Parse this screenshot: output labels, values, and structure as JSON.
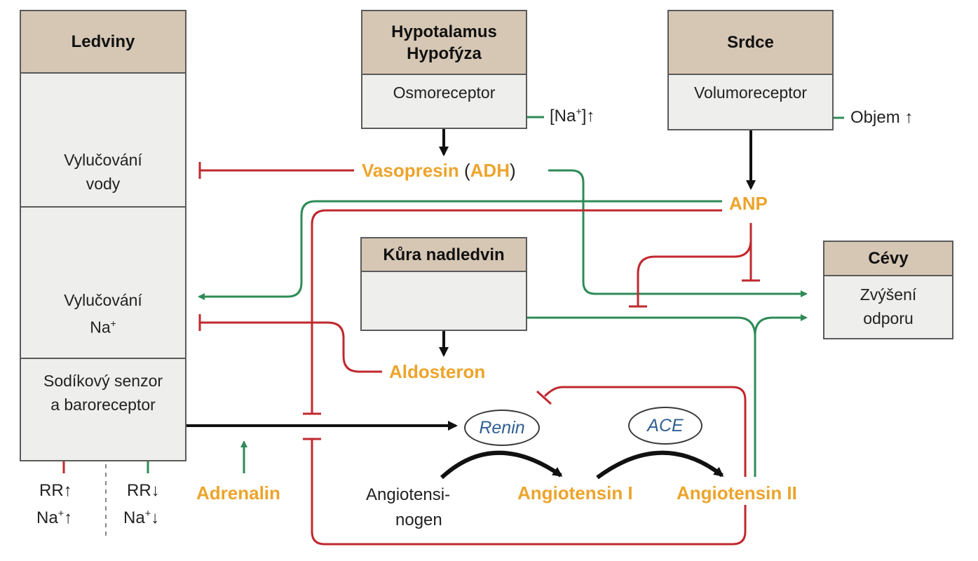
{
  "kidney": {
    "title": "Ledviny",
    "water_excretion": [
      "Vylučování",
      "vody"
    ],
    "na_excretion": [
      "Vylučování",
      "Na",
      "+"
    ],
    "sensor": [
      "Sodíkový senzor",
      "a baroreceptor"
    ]
  },
  "hypothalamus": {
    "title": [
      "Hypotalamus",
      "Hypofýza"
    ],
    "receptor": "Osmoreceptor"
  },
  "heart": {
    "title": "Srdce",
    "receptor": "Volumoreceptor"
  },
  "adrenal_cortex": {
    "title": "Kůra nadledvin"
  },
  "vessels": {
    "title": "Cévy",
    "effect": [
      "Zvýšení",
      "odporu"
    ]
  },
  "stimuli": {
    "na_up": {
      "pre": "[Na",
      "sup": "+",
      "post": "]↑"
    },
    "volume_up": "Objem ↑",
    "rr_up": "RR↑",
    "na_up_bottom": {
      "pre": "Na",
      "sup": "+",
      "post": "↑"
    },
    "rr_down": "RR↓",
    "na_down_bottom": {
      "pre": "Na",
      "sup": "+",
      "post": "↓"
    }
  },
  "hormones": {
    "vasopressin": "Vasopresin",
    "adh_open": "(",
    "adh": "ADH",
    "adh_close": ")",
    "anp": "ANP",
    "aldosterone": "Aldosteron",
    "adrenaline": "Adrenalin",
    "angiotensin_1": "Angiotensin I",
    "angiotensin_2": "Angiotensin II"
  },
  "substrate": [
    "Angiotensi-",
    "nogen"
  ],
  "enzymes": {
    "renin": "Renin",
    "ace": "ACE"
  },
  "colors": {
    "stimulate": "#2e8b57",
    "inhibit": "#c0282e",
    "flow": "#111111",
    "hormone": "#eca42b",
    "enzyme_text": "#2f5f93",
    "box_header": "#d6c7b4",
    "box_body": "#eeeeec"
  }
}
